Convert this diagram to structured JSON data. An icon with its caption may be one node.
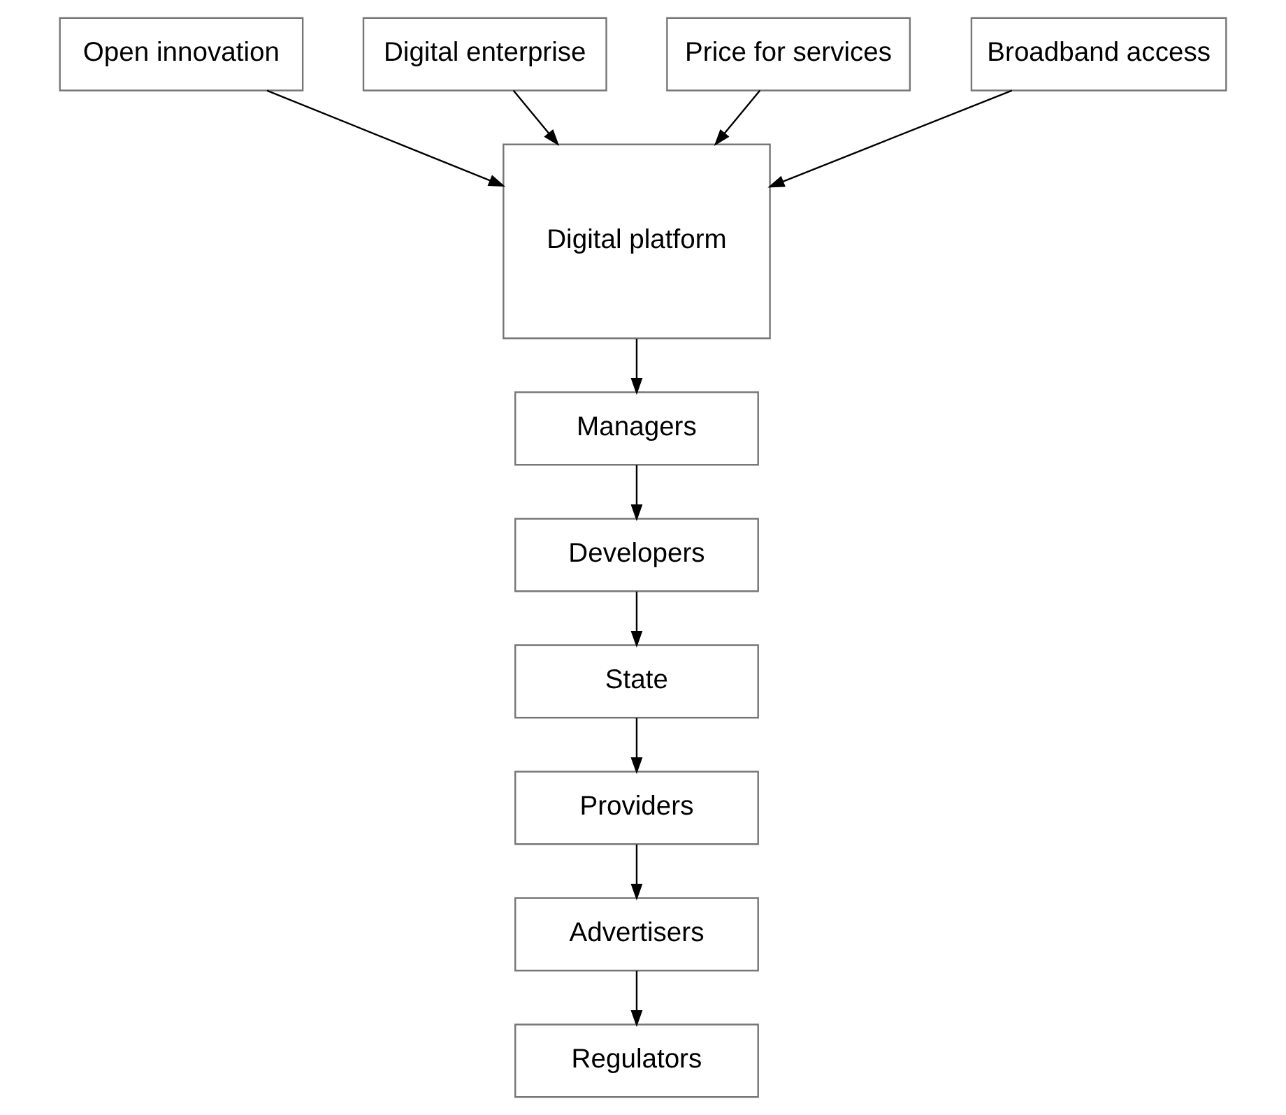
{
  "diagram": {
    "nodes": [
      {
        "text": [
          "Open innovation"
        ]
      },
      {
        "text": [
          "Digital platform"
        ]
      },
      {
        "text": [
          "Digital enterprise"
        ]
      },
      {
        "text": [
          "Price for services"
        ]
      },
      {
        "text": [
          "Broadband access"
        ]
      },
      {
        "text": [
          "Managers"
        ]
      },
      {
        "text": [
          "Developers"
        ]
      },
      {
        "text": [
          "State"
        ]
      },
      {
        "text": [
          "Providers"
        ]
      },
      {
        "text": [
          "Advertisers"
        ]
      },
      {
        "text": [
          "Regulators"
        ]
      }
    ],
    "edges": [
      {
        "from": 0,
        "to": 1,
        "arrow": "to"
      },
      {
        "from": 2,
        "to": 1,
        "arrow": "to"
      },
      {
        "from": 3,
        "to": 1,
        "arrow": "to"
      },
      {
        "from": 4,
        "to": 1,
        "arrow": "to"
      },
      {
        "from": 1,
        "to": 5,
        "arrow": "to"
      },
      {
        "from": 5,
        "to": 6,
        "arrow": "to"
      },
      {
        "from": 6,
        "to": 7,
        "arrow": "to"
      },
      {
        "from": 7,
        "to": 8,
        "arrow": "to"
      },
      {
        "from": 8,
        "to": 9,
        "arrow": "to"
      },
      {
        "from": 9,
        "to": 10,
        "arrow": "to"
      }
    ]
  }
}
